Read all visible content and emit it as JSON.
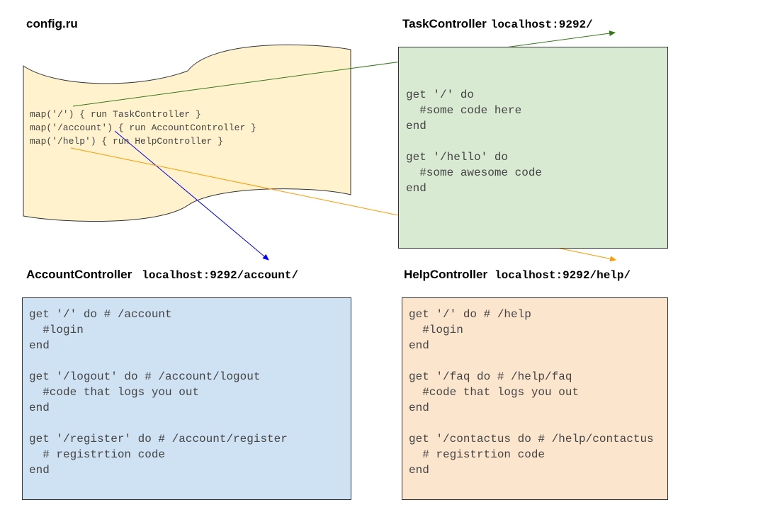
{
  "config": {
    "title": "config.ru",
    "lines": [
      "map('/') { run TaskController }",
      "map('/account') { run AccountController }",
      "map('/help') { run HelpController }"
    ]
  },
  "task": {
    "name": "TaskController",
    "url": "localhost:9292/",
    "code": "get '/' do\n  #some code here\nend\n\nget '/hello' do\n  #some awesome code\nend"
  },
  "account": {
    "name": "AccountController",
    "url": "localhost:9292/account/",
    "code": "get '/' do # /account\n  #login\nend\n\nget '/logout' do # /account/logout\n  #code that logs you out\nend\n\nget '/register' do # /account/register\n  # registrtion code\nend"
  },
  "help": {
    "name": "HelpController",
    "url": "localhost:9292/help/",
    "code": "get '/' do # /help\n  #login\nend\n\nget '/faq do # /help/faq\n  #code that logs you out\nend\n\nget '/contactus do # /help/contactus\n  # registrtion code\nend"
  },
  "colors": {
    "scroll_fill": "#fff2cc",
    "task_fill": "#d9ead3",
    "account_fill": "#cfe2f3",
    "help_fill": "#fce5cd",
    "arrow_task": "#38761d",
    "arrow_account": "#0000ff",
    "arrow_help": "#ff9900"
  }
}
